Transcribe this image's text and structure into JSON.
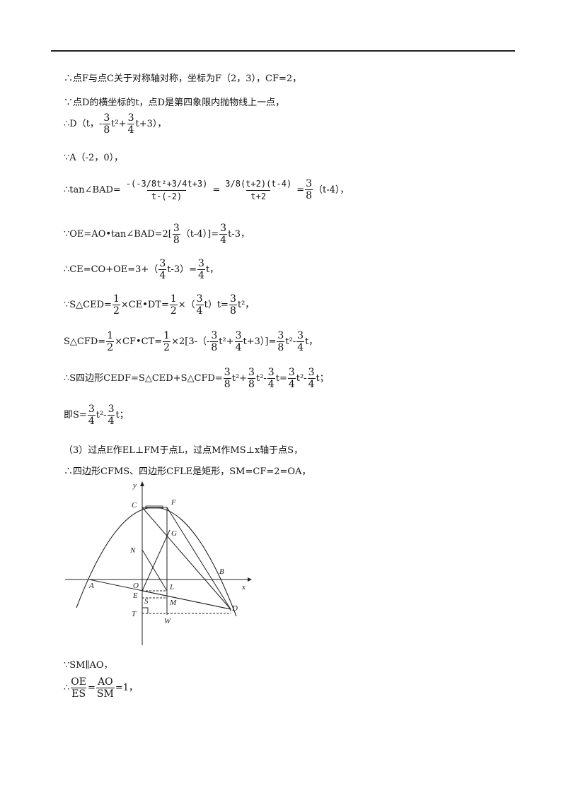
{
  "lines": {
    "l1": "∴点F与点C关于对称轴对称，坐标为F（2，3），CF=2，",
    "l2": "∵点D的横坐标的t，点D是第四象限内抛物线上一点，",
    "l3_prefix": "∴D（t，-",
    "l3_mid": "t²+",
    "l3_suffix": "t+3），",
    "l4": "∵A（-2，0），",
    "l5_prefix": "∴tan∠BAD=",
    "l5_f1_num": "-(-3/8t²+3/4t+3)",
    "l5_f1_den": "t-(-2)",
    "l5_eq": "=",
    "l5_f2_num": "3/8(t+2)(t-4)",
    "l5_f2_den": "t+2",
    "l5_suffix": "（t-4），",
    "l6_prefix": "∵OE=AO•tan∠BAD=2[",
    "l6_mid": "（t-4）]=",
    "l6_suffix": "t-3，",
    "l7_prefix": "∴CE=CO+OE=3+（",
    "l7_mid": "t-3）=",
    "l7_suffix": "t，",
    "l8_prefix": "∵S△CED=",
    "l8_mid1": "×CE•DT=",
    "l8_mid2": "×（",
    "l8_mid3": "t）t=",
    "l8_suffix": "t²，",
    "l9_prefix": "S△CFD=",
    "l9_mid1": "×CF•CT=",
    "l9_mid2": "×2[3-（-",
    "l9_mid3": "t²+",
    "l9_mid4": "t+3）]=",
    "l9_mid5": "t²-",
    "l9_suffix": "t，",
    "l10_prefix": "∴S四边形CEDF=S△CED+S△CFD=",
    "l10_a": "t²+",
    "l10_b": "t²-",
    "l10_c": "t=",
    "l10_d": "t²-",
    "l10_suffix": "t；",
    "l11_prefix": "即S=",
    "l11_mid": "t²-",
    "l11_suffix": "t；",
    "l12": "（3）过点E作EL⊥FM于点L，过点M作MS⊥x轴于点S，",
    "l13": "∴四边形CFMS、四边形CFLE是矩形，SM=CF=2=OA，",
    "l14": "∵SM∥AO，",
    "l15_prefix": "∴",
    "l15_f1_num": "OE",
    "l15_f1_den": "ES",
    "l15_f2_num": "AO",
    "l15_f2_den": "SM",
    "l15_suffix": "=1，"
  },
  "fractions": {
    "three": "3",
    "eight": "8",
    "four": "4",
    "one": "1",
    "two": "2"
  },
  "figure": {
    "labels": {
      "y": "y",
      "x": "x",
      "C": "C",
      "F": "F",
      "G": "G",
      "N": "N",
      "B": "B",
      "A": "A",
      "O": "O",
      "L": "L",
      "E": "E",
      "S": "S",
      "M": "M",
      "D": "D",
      "T": "T",
      "W": "W"
    }
  }
}
